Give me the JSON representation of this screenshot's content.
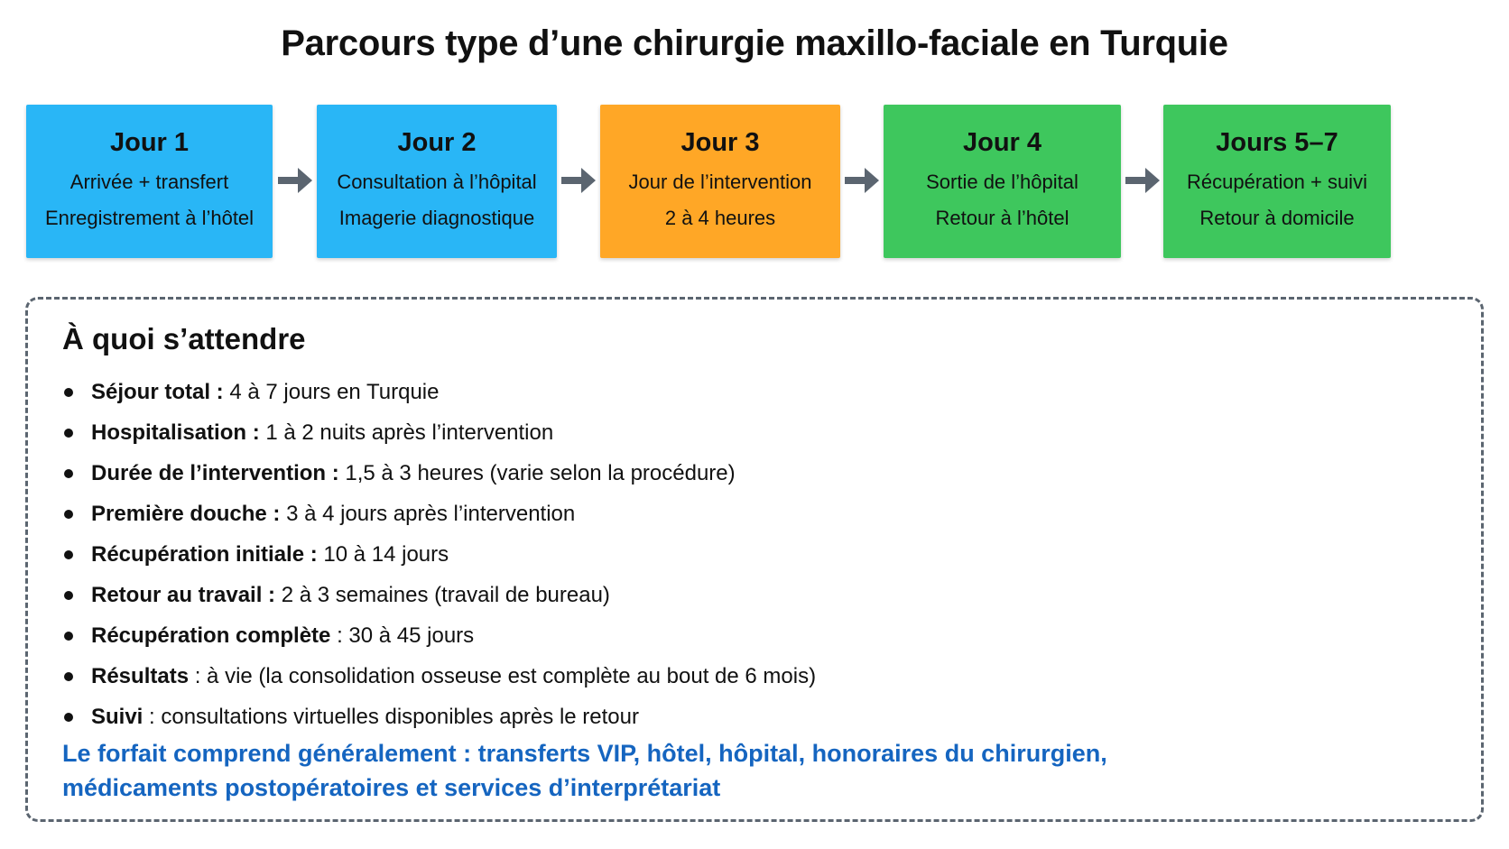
{
  "title": "Parcours type d’une chirurgie maxillo-faciale en Turquie",
  "colors": {
    "blue": "#29b6f6",
    "orange": "#ffa726",
    "green": "#3ec75d",
    "arrow": "#5b6570",
    "note": "#1565c0"
  },
  "steps": [
    {
      "title": "Jour 1",
      "line1": "Arrivée + transfert",
      "line2": "Enregistrement à l’hôtel",
      "color": "blue"
    },
    {
      "title": "Jour 2",
      "line1": "Consultation à l’hôpital",
      "line2": "Imagerie diagnostique",
      "color": "blue"
    },
    {
      "title": "Jour 3",
      "line1": "Jour de l’intervention",
      "line2": "2 à 4 heures",
      "color": "orange"
    },
    {
      "title": "Jour 4",
      "line1": "Sortie de l’hôpital",
      "line2": "Retour à l’hôtel",
      "color": "green"
    },
    {
      "title": "Jours 5–7",
      "line1": "Récupération + suivi",
      "line2": "Retour à domicile",
      "color": "green"
    }
  ],
  "arrow_icon": "arrow-right-icon",
  "info": {
    "title": "À quoi s’attendre",
    "items": [
      {
        "label": "Séjour total :",
        "text": " 4 à 7 jours en Turquie"
      },
      {
        "label": "Hospitalisation :",
        "text": " 1 à 2 nuits après l’intervention"
      },
      {
        "label": "Durée de l’intervention :",
        "text": " 1,5 à 3 heures (varie selon la procédure)"
      },
      {
        "label": "Première douche :",
        "text": " 3 à 4 jours après l’intervention"
      },
      {
        "label": "Récupération initiale :",
        "text": " 10 à 14 jours"
      },
      {
        "label": "Retour au travail :",
        "text": " 2 à 3 semaines (travail de bureau)"
      },
      {
        "label": "Récupération complète",
        "text": " : 30 à 45 jours"
      },
      {
        "label": "Résultats",
        "text": " : à vie (la consolidation osseuse est complète au bout de 6 mois)"
      },
      {
        "label": "Suivi",
        "text": " : consultations virtuelles disponibles après le retour"
      }
    ],
    "note": "Le forfait comprend généralement : transferts VIP, hôtel, hôpital, honoraires du chirurgien, médicaments postopératoires et services d’interprétariat"
  }
}
